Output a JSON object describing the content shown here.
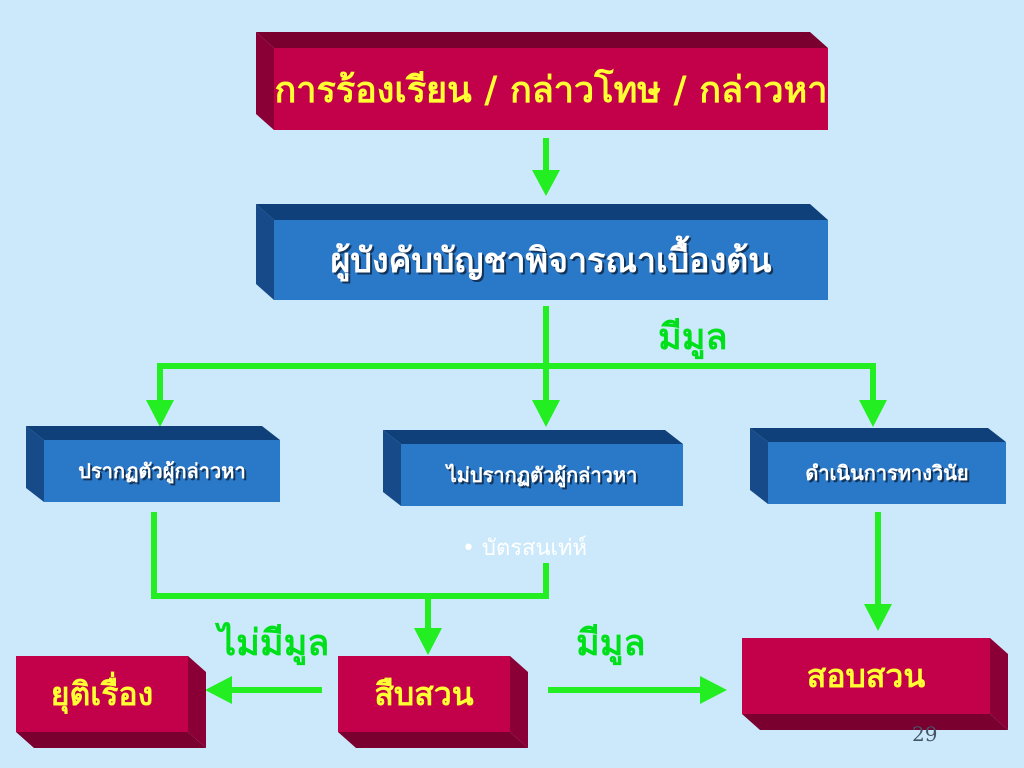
{
  "nodes": {
    "complaint": "การร้องเรียน / กล่าวโทษ / กล่าวหา",
    "supervisor": "ผู้บังคับบัญชาพิจารณาเบื้องต้น",
    "appear": "ปรากฏตัวผู้กล่าวหา",
    "not_appear": "ไม่ปรากฏตัวผู้กล่าวหา",
    "discipline": "ดำเนินการทางวินัย",
    "end": "ยุติเรื่อง",
    "investigate": "สืบสวน",
    "inquiry": "สอบสวน"
  },
  "edge_labels": {
    "has_grounds_top": "มีมูล",
    "no_grounds": "ไม่มีมูล",
    "has_grounds_bottom": "มีมูล"
  },
  "bullet": "บัตรสนเท่ห์",
  "page_number": "29",
  "colors": {
    "background": "#cce9fb",
    "red_box": "#c3004a",
    "red_text": "#ffff33",
    "blue_box": "#2a78c8",
    "arrow": "#22ee22"
  }
}
